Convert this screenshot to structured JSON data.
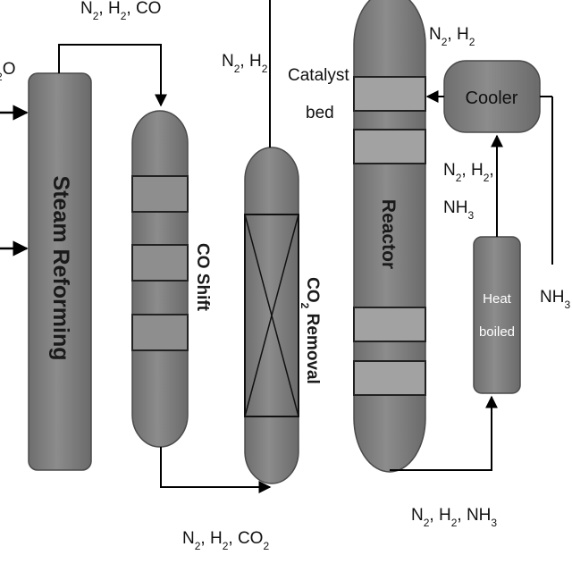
{
  "colors": {
    "vessel_fill": "#808080",
    "vessel_stroke": "#4a4a4a",
    "bed_fill": "#9a9a9a",
    "line": "#000000",
    "text": "#111111",
    "background": "#ffffff"
  },
  "units": {
    "steam_reforming": {
      "label": "Steam Reforming"
    },
    "co_shift": {
      "label": "CO Shift"
    },
    "co2_removal": {
      "label_main": "CO",
      "label_sub": "2",
      "label_rest": " Removal"
    },
    "reactor": {
      "label": "Reactor"
    },
    "cooler": {
      "label": "Cooler"
    },
    "heat_boiler": {
      "line1": "Heat",
      "line2": "boiled"
    }
  },
  "streams": {
    "partial_left": {
      "main": "2",
      "rest": "O"
    },
    "reformer_out": {
      "n": "N",
      "s1": "2",
      "h": ", H",
      "s2": "2",
      "rest": ", CO"
    },
    "co2_removal_top": {
      "n": "N",
      "s1": "2",
      "h": ", H",
      "s2": "2"
    },
    "shift_out": {
      "n": "N",
      "s1": "2",
      "h": ", H",
      "s2": "2",
      "c": ", CO",
      "s3": "2"
    },
    "reactor_top": {
      "n": "N",
      "s1": "2",
      "h": ", H",
      "s2": "2"
    },
    "boiler_to_cooler": {
      "n": "N",
      "s1": "2",
      "h": ", H",
      "s2": "2",
      "comma": ",",
      "nh": "NH",
      "s3": "3"
    },
    "ammonia_product": {
      "nh": "NH",
      "s3": "3"
    },
    "reactor_out": {
      "n": "N",
      "s1": "2",
      "h": ", H",
      "s2": "2",
      "nh": ", NH",
      "s3": "3"
    }
  },
  "labels": {
    "catalyst_line1": "Catalyst",
    "catalyst_line2": "bed"
  },
  "icons": [
    "arrow-icon",
    "x-packing-icon"
  ]
}
